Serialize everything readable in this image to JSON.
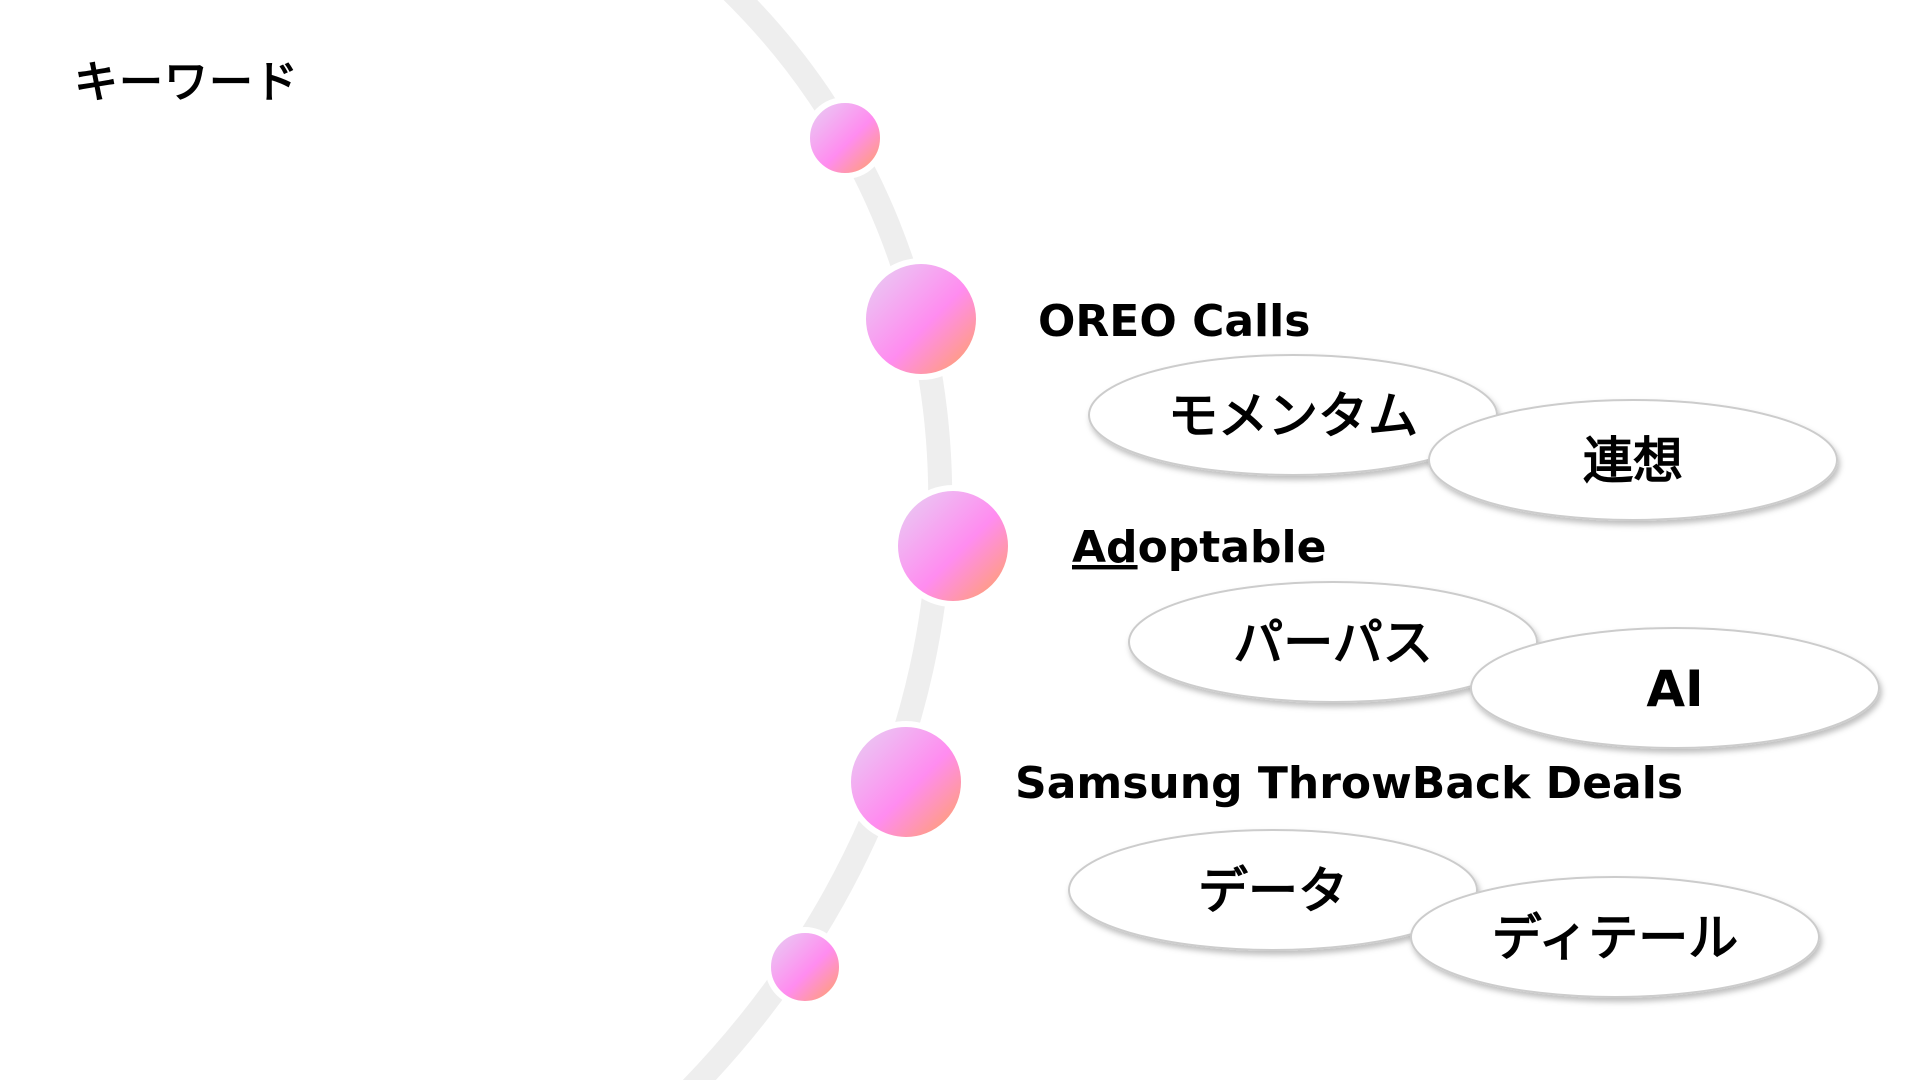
{
  "slide": {
    "title": "キーワード"
  },
  "topics": [
    {
      "label": "OREO Calls",
      "keywords": [
        "モメンタム",
        "連想"
      ]
    },
    {
      "label_underlined": "Ad",
      "label_rest": "optable",
      "keywords": [
        "パーパス",
        "AI"
      ]
    },
    {
      "label": "Samsung ThrowBack Deals",
      "keywords": [
        "データ",
        "ディテール"
      ]
    }
  ],
  "colors": {
    "arc": "#eeeeee",
    "node_gradient_start": "#e5d4f3",
    "node_gradient_mid": "#ff8cf0",
    "node_gradient_end": "#ffa455",
    "bubble_fill": "#ffffff",
    "bubble_stroke": "#cccccc"
  }
}
